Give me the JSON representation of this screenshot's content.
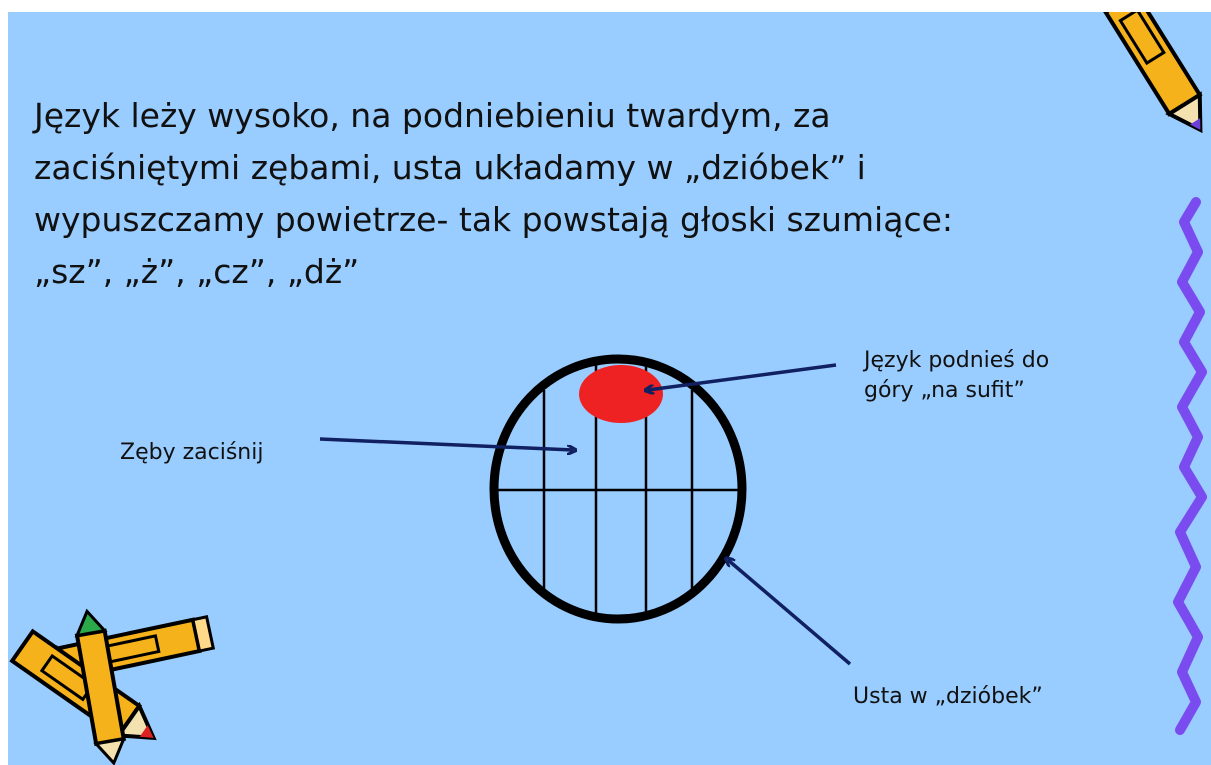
{
  "title": "Język leży wysoko, na podniebieniu twardym, za\nzaciśniętymi zębami, usta układamy w „dzióbek” i\nwypuszczamy powietrze- tak powstają głoski szumiące:\n„sz”, „ż”, „cz”, „dż”",
  "labels": {
    "tongue": "Język podnieś do\ngóry „na sufit”",
    "teeth": "Zęby zaciśnij",
    "lips": "Usta w „dzióbek”"
  },
  "colors": {
    "background": "#99ccff",
    "tongue": "#ee2222",
    "arrow": "#102060",
    "squiggle": "#7a4cf0",
    "pencil": "#f5b21a"
  },
  "icons": [
    "pencil-icon",
    "pencil-icon",
    "pencil-icon"
  ]
}
